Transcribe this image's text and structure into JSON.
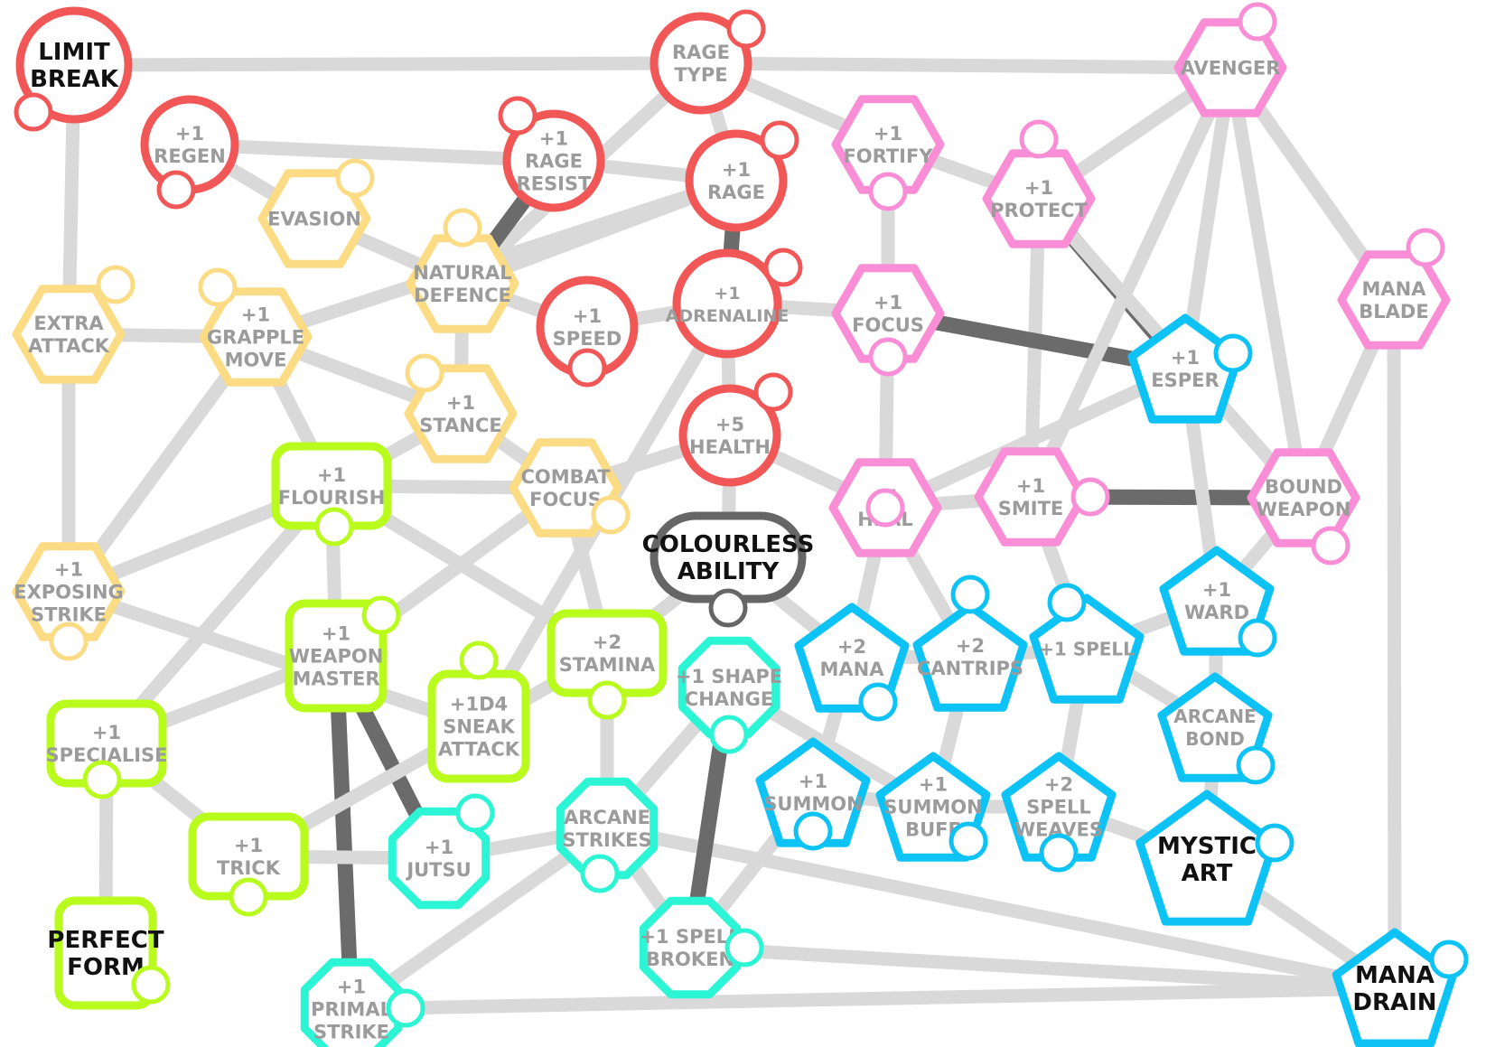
{
  "colors": {
    "red": "#f25757",
    "yellow": "#fbdc85",
    "lime": "#b8fb1c",
    "teal": "#2cf5d6",
    "pink": "#f98ed6",
    "blue": "#0dc3f5",
    "grey": "#666666",
    "edge": "#d9d9d9",
    "edge_strong": "#6b6b6b",
    "label": "#9b9b9b",
    "label_key": "#111111"
  },
  "nodes": [
    {
      "id": "limit-break",
      "lines": [
        "LIMIT",
        "BREAK"
      ],
      "shape": "circle",
      "color": "red",
      "key": true
    },
    {
      "id": "rage-type",
      "lines": [
        "RAGE",
        "TYPE"
      ],
      "shape": "circle",
      "color": "red"
    },
    {
      "id": "regen",
      "lines": [
        "+1",
        "REGEN"
      ],
      "shape": "circle",
      "color": "red"
    },
    {
      "id": "rage-resist",
      "lines": [
        "+1",
        "RAGE",
        "RESIST"
      ],
      "shape": "circle",
      "color": "red"
    },
    {
      "id": "rage",
      "lines": [
        "+1",
        "RAGE"
      ],
      "shape": "circle",
      "color": "red"
    },
    {
      "id": "speed",
      "lines": [
        "+1",
        "SPEED"
      ],
      "shape": "circle",
      "color": "red"
    },
    {
      "id": "adrenaline",
      "lines": [
        "+1",
        "ADRENALINE"
      ],
      "shape": "circle",
      "color": "red"
    },
    {
      "id": "health",
      "lines": [
        "+5",
        "HEALTH"
      ],
      "shape": "circle",
      "color": "red"
    },
    {
      "id": "evasion",
      "lines": [
        "EVASION"
      ],
      "shape": "hexagon",
      "color": "yellow"
    },
    {
      "id": "natural-defence",
      "lines": [
        "NATURAL",
        "DEFENCE"
      ],
      "shape": "hexagon",
      "color": "yellow"
    },
    {
      "id": "extra-attack",
      "lines": [
        "EXTRA",
        "ATTACK"
      ],
      "shape": "hexagon",
      "color": "yellow"
    },
    {
      "id": "grapple-move",
      "lines": [
        "+1",
        "GRAPPLE",
        "MOVE"
      ],
      "shape": "hexagon",
      "color": "yellow"
    },
    {
      "id": "stance",
      "lines": [
        "+1",
        "STANCE"
      ],
      "shape": "hexagon",
      "color": "yellow"
    },
    {
      "id": "combat-focus",
      "lines": [
        "COMBAT",
        "FOCUS"
      ],
      "shape": "hexagon",
      "color": "yellow"
    },
    {
      "id": "exposing-strike",
      "lines": [
        "+1",
        "EXPOSING",
        "STRIKE"
      ],
      "shape": "hexagon",
      "color": "yellow"
    },
    {
      "id": "flourish",
      "lines": [
        "+1",
        "FLOURISH"
      ],
      "shape": "square",
      "color": "lime"
    },
    {
      "id": "weapon-master",
      "lines": [
        "+1",
        "WEAPON",
        "MASTER"
      ],
      "shape": "square",
      "color": "lime"
    },
    {
      "id": "sneak-attack",
      "lines": [
        "+1D4",
        "SNEAK",
        "ATTACK"
      ],
      "shape": "square",
      "color": "lime"
    },
    {
      "id": "stamina",
      "lines": [
        "+2",
        "STAMINA"
      ],
      "shape": "square",
      "color": "lime"
    },
    {
      "id": "specialise",
      "lines": [
        "+1",
        "SPECIALISE"
      ],
      "shape": "square",
      "color": "lime"
    },
    {
      "id": "trick",
      "lines": [
        "+1",
        "TRICK"
      ],
      "shape": "square",
      "color": "lime"
    },
    {
      "id": "perfect-form",
      "lines": [
        "PERFECT",
        "FORM"
      ],
      "shape": "square",
      "color": "lime",
      "key": true
    },
    {
      "id": "shape-change",
      "lines": [
        "+1 SHAPE",
        "CHANGE"
      ],
      "shape": "octagon",
      "color": "teal"
    },
    {
      "id": "jutsu",
      "lines": [
        "+1",
        "JUTSU"
      ],
      "shape": "octagon",
      "color": "teal"
    },
    {
      "id": "arcane-strikes",
      "lines": [
        "ARCANE",
        "STRIKES"
      ],
      "shape": "octagon",
      "color": "teal"
    },
    {
      "id": "spell-broken",
      "lines": [
        "+1 SPELL",
        "BROKEN"
      ],
      "shape": "octagon",
      "color": "teal"
    },
    {
      "id": "primal-strike",
      "lines": [
        "+1",
        "PRIMAL",
        "STRIKE"
      ],
      "shape": "octagon",
      "color": "teal"
    },
    {
      "id": "colourless-ability",
      "lines": [
        "COLOURLESS",
        "ABILITY"
      ],
      "shape": "pill",
      "color": "grey",
      "key": true
    },
    {
      "id": "avenger",
      "lines": [
        "AVENGER"
      ],
      "shape": "hexagon",
      "color": "pink"
    },
    {
      "id": "fortify",
      "lines": [
        "+1",
        "FORTIFY"
      ],
      "shape": "hexagon",
      "color": "pink"
    },
    {
      "id": "protect",
      "lines": [
        "+1",
        "PROTECT"
      ],
      "shape": "hexagon",
      "color": "pink"
    },
    {
      "id": "focus",
      "lines": [
        "+1",
        "FOCUS"
      ],
      "shape": "hexagon",
      "color": "pink"
    },
    {
      "id": "mana-blade",
      "lines": [
        "MANA",
        "BLADE"
      ],
      "shape": "hexagon",
      "color": "pink"
    },
    {
      "id": "heal",
      "lines": [
        "+1",
        "HEAL"
      ],
      "shape": "hexagon",
      "color": "pink"
    },
    {
      "id": "smite",
      "lines": [
        "+1",
        "SMITE"
      ],
      "shape": "hexagon",
      "color": "pink"
    },
    {
      "id": "bound-weapon",
      "lines": [
        "BOUND",
        "WEAPON"
      ],
      "shape": "hexagon",
      "color": "pink"
    },
    {
      "id": "esper",
      "lines": [
        "+1",
        "ESPER"
      ],
      "shape": "pentagon",
      "color": "blue"
    },
    {
      "id": "ward",
      "lines": [
        "+1",
        "WARD"
      ],
      "shape": "pentagon",
      "color": "blue"
    },
    {
      "id": "mana",
      "lines": [
        "+2",
        "MANA"
      ],
      "shape": "pentagon",
      "color": "blue"
    },
    {
      "id": "cantrips",
      "lines": [
        "+2",
        "CANTRIPS"
      ],
      "shape": "pentagon",
      "color": "blue"
    },
    {
      "id": "spell",
      "lines": [
        "+1 SPELL"
      ],
      "shape": "pentagon",
      "color": "blue"
    },
    {
      "id": "arcane-bond",
      "lines": [
        "ARCANE",
        "BOND"
      ],
      "shape": "pentagon",
      "color": "blue"
    },
    {
      "id": "summon",
      "lines": [
        "+1",
        "SUMMON"
      ],
      "shape": "pentagon",
      "color": "blue"
    },
    {
      "id": "summon-buff",
      "lines": [
        "+1",
        "SUMMON",
        "BUFF"
      ],
      "shape": "pentagon",
      "color": "blue"
    },
    {
      "id": "spell-weaves",
      "lines": [
        "+2",
        "SPELL",
        "WEAVES"
      ],
      "shape": "pentagon",
      "color": "blue"
    },
    {
      "id": "mystic-art",
      "lines": [
        "MYSTIC",
        "ART"
      ],
      "shape": "pentagon",
      "color": "blue",
      "key": true
    },
    {
      "id": "mana-drain",
      "lines": [
        "MANA",
        "DRAIN"
      ],
      "shape": "pentagon",
      "color": "blue",
      "key": true
    }
  ],
  "edges": [
    [
      "limit-break",
      "rage-type"
    ],
    [
      "limit-break",
      "extra-attack"
    ],
    [
      "rage-type",
      "avenger"
    ],
    [
      "rage-type",
      "rage"
    ],
    [
      "rage-type",
      "natural-defence"
    ],
    [
      "rage-type",
      "fortify"
    ],
    [
      "regen",
      "rage-resist"
    ],
    [
      "regen",
      "evasion"
    ],
    [
      "rage-resist",
      "rage"
    ],
    [
      "rage-resist",
      "natural-defence",
      "strong"
    ],
    [
      "rage",
      "adrenaline",
      "strong"
    ],
    [
      "rage",
      "natural-defence"
    ],
    [
      "rage",
      "grapple-move"
    ],
    [
      "evasion",
      "natural-defence"
    ],
    [
      "natural-defence",
      "speed"
    ],
    [
      "natural-defence",
      "stance"
    ],
    [
      "extra-attack",
      "grapple-move"
    ],
    [
      "extra-attack",
      "exposing-strike"
    ],
    [
      "grapple-move",
      "stance"
    ],
    [
      "grapple-move",
      "flourish"
    ],
    [
      "grapple-move",
      "exposing-strike"
    ],
    [
      "speed",
      "adrenaline"
    ],
    [
      "adrenaline",
      "focus"
    ],
    [
      "adrenaline",
      "health"
    ],
    [
      "adrenaline",
      "sneak-attack"
    ],
    [
      "stance",
      "combat-focus"
    ],
    [
      "stance",
      "flourish"
    ],
    [
      "combat-focus",
      "health"
    ],
    [
      "combat-focus",
      "flourish"
    ],
    [
      "combat-focus",
      "stamina"
    ],
    [
      "combat-focus",
      "weapon-master"
    ],
    [
      "health",
      "colourless-ability"
    ],
    [
      "health",
      "heal"
    ],
    [
      "flourish",
      "weapon-master"
    ],
    [
      "flourish",
      "exposing-strike"
    ],
    [
      "flourish",
      "specialise"
    ],
    [
      "flourish",
      "stamina"
    ],
    [
      "exposing-strike",
      "sneak-attack"
    ],
    [
      "weapon-master",
      "specialise"
    ],
    [
      "weapon-master",
      "jutsu",
      "strong"
    ],
    [
      "weapon-master",
      "primal-strike",
      "strong"
    ],
    [
      "sneak-attack",
      "stamina"
    ],
    [
      "sneak-attack",
      "trick"
    ],
    [
      "stamina",
      "arcane-strikes"
    ],
    [
      "stamina",
      "colourless-ability"
    ],
    [
      "specialise",
      "trick"
    ],
    [
      "specialise",
      "perfect-form"
    ],
    [
      "trick",
      "jutsu"
    ],
    [
      "jutsu",
      "arcane-strikes"
    ],
    [
      "arcane-strikes",
      "primal-strike"
    ],
    [
      "arcane-strikes",
      "spell-broken"
    ],
    [
      "arcane-strikes",
      "mana-drain"
    ],
    [
      "arcane-strikes",
      "shape-change"
    ],
    [
      "shape-change",
      "spell-broken",
      "strong"
    ],
    [
      "shape-change",
      "summon-buff"
    ],
    [
      "spell-broken",
      "mana-drain"
    ],
    [
      "primal-strike",
      "mana-drain"
    ],
    [
      "colourless-ability",
      "mana"
    ],
    [
      "mana",
      "cantrips"
    ],
    [
      "mana",
      "summon"
    ],
    [
      "mana",
      "heal"
    ],
    [
      "cantrips",
      "spell"
    ],
    [
      "cantrips",
      "summon-buff"
    ],
    [
      "spell",
      "spell-weaves"
    ],
    [
      "spell",
      "arcane-bond"
    ],
    [
      "spell",
      "ward"
    ],
    [
      "summon",
      "summon-buff"
    ],
    [
      "summon",
      "spell-broken"
    ],
    [
      "summon-buff",
      "spell-weaves"
    ],
    [
      "spell-weaves",
      "mystic-art"
    ],
    [
      "arcane-bond",
      "mystic-art"
    ],
    [
      "mystic-art",
      "mana-drain"
    ],
    [
      "fortify",
      "focus"
    ],
    [
      "fortify",
      "protect"
    ],
    [
      "protect",
      "avenger"
    ],
    [
      "protect",
      "esper",
      "strong"
    ],
    [
      "protect",
      "smite"
    ],
    [
      "focus",
      "esper",
      "strong"
    ],
    [
      "focus",
      "heal"
    ],
    [
      "avenger",
      "esper"
    ],
    [
      "avenger",
      "bound-weapon"
    ],
    [
      "avenger",
      "mana-blade"
    ],
    [
      "avenger",
      "smite"
    ],
    [
      "mana-blade",
      "mana-drain"
    ],
    [
      "mana-blade",
      "bound-weapon"
    ],
    [
      "heal",
      "smite"
    ],
    [
      "heal",
      "cantrips"
    ],
    [
      "smite",
      "bound-weapon",
      "strong"
    ],
    [
      "smite",
      "spell"
    ],
    [
      "esper",
      "ward"
    ],
    [
      "bound-weapon",
      "ward"
    ],
    [
      "bound-weapon",
      "protect"
    ],
    [
      "ward",
      "arcane-bond"
    ],
    [
      "esper",
      "heal"
    ]
  ]
}
